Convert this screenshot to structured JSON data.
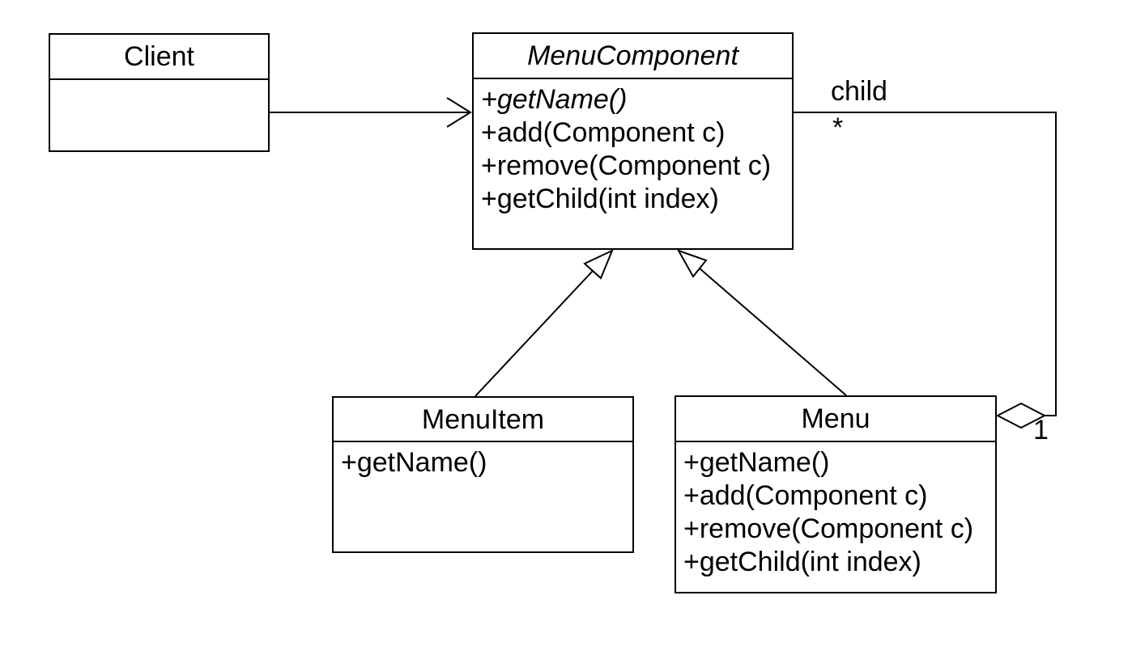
{
  "classes": {
    "client": {
      "name": "Client",
      "methods": []
    },
    "menu_component": {
      "name": "MenuComponent",
      "stereotype": "abstract",
      "methods": [
        "+getName()",
        "+add(Component c)",
        "+remove(Component c)",
        "+getChild(int index)"
      ]
    },
    "menu_item": {
      "name": "MenuItem",
      "methods": [
        "+getName()"
      ]
    },
    "menu": {
      "name": "Menu",
      "methods": [
        "+getName()",
        "+add(Component c)",
        "+remove(Component c)",
        "+getChild(int index)"
      ]
    }
  },
  "relationships": {
    "association": {
      "from": "Client",
      "to": "MenuComponent",
      "type": "directed association"
    },
    "generalization_menu_item": {
      "from": "MenuItem",
      "to": "MenuComponent",
      "type": "generalization"
    },
    "generalization_menu": {
      "from": "Menu",
      "to": "MenuComponent",
      "type": "generalization"
    },
    "aggregation": {
      "from": "Menu",
      "to": "MenuComponent",
      "type": "aggregation",
      "role_label": "child",
      "child_multiplicity": "*",
      "parent_multiplicity": "1"
    }
  },
  "colors": {
    "line": "#000000",
    "fill": "#ffffff",
    "text": "#000000"
  }
}
